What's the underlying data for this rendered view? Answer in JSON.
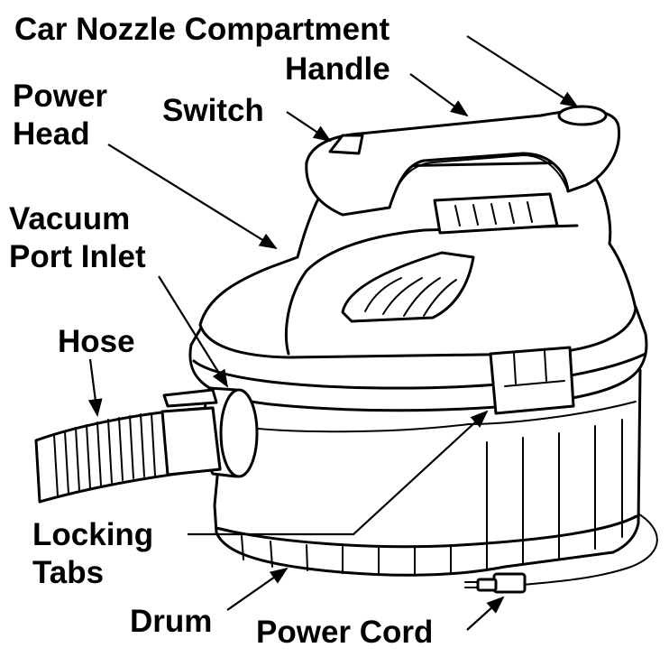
{
  "labels": {
    "car_nozzle_compartment": "Car Nozzle Compartment",
    "handle": "Handle",
    "power_head_line1": "Power",
    "power_head_line2": "Head",
    "switch": "Switch",
    "vacuum_port_inlet_line1": "Vacuum",
    "vacuum_port_inlet_line2": "Port Inlet",
    "hose": "Hose",
    "locking_tabs_line1": "Locking",
    "locking_tabs_line2": "Tabs",
    "drum": "Drum",
    "power_cord": "Power Cord"
  },
  "style": {
    "ink_color": "#000000",
    "background_color": "#ffffff"
  }
}
